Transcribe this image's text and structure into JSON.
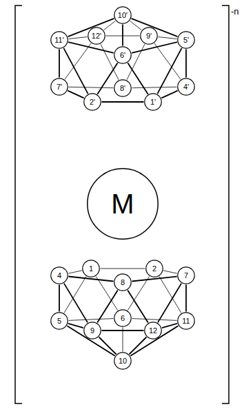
{
  "diagram": {
    "nodes": [
      {
        "text": [
          "10'"
        ]
      },
      {
        "text": [
          "11'"
        ]
      },
      {
        "text": [
          "12'"
        ]
      },
      {
        "text": [
          "9'"
        ]
      },
      {
        "text": [
          "5'"
        ]
      },
      {
        "text": [
          "6'"
        ]
      },
      {
        "text": [
          "7'"
        ]
      },
      {
        "text": [
          "8'"
        ]
      },
      {
        "text": [
          "4'"
        ]
      },
      {
        "text": [
          "2'"
        ]
      },
      {
        "text": [
          "1'"
        ]
      },
      {
        "text": [
          "M"
        ]
      },
      {
        "text": [
          "1"
        ]
      },
      {
        "text": [
          "2"
        ]
      },
      {
        "text": [
          "4"
        ]
      },
      {
        "text": [
          "7"
        ]
      },
      {
        "text": [
          "8"
        ]
      },
      {
        "text": [
          "6"
        ]
      },
      {
        "text": [
          "5"
        ]
      },
      {
        "text": [
          "11"
        ]
      },
      {
        "text": [
          "9"
        ]
      },
      {
        "text": [
          "12"
        ]
      },
      {
        "text": [
          "10"
        ]
      }
    ],
    "edges": [
      {
        "from": 1,
        "to": 2,
        "arrow": "none"
      },
      {
        "from": 2,
        "to": 3,
        "arrow": "none"
      },
      {
        "from": 3,
        "to": 4,
        "arrow": "none"
      },
      {
        "from": 4,
        "to": 5,
        "arrow": "none"
      },
      {
        "from": 5,
        "to": 1,
        "arrow": "none"
      },
      {
        "from": 0,
        "to": 1,
        "arrow": "none"
      },
      {
        "from": 0,
        "to": 2,
        "arrow": "none"
      },
      {
        "from": 0,
        "to": 3,
        "arrow": "none"
      },
      {
        "from": 0,
        "to": 4,
        "arrow": "none"
      },
      {
        "from": 0,
        "to": 5,
        "arrow": "none"
      },
      {
        "from": 6,
        "to": 9,
        "arrow": "none"
      },
      {
        "from": 9,
        "to": 10,
        "arrow": "none"
      },
      {
        "from": 10,
        "to": 8,
        "arrow": "none"
      },
      {
        "from": 8,
        "to": 7,
        "arrow": "none"
      },
      {
        "from": 7,
        "to": 6,
        "arrow": "none"
      },
      {
        "from": 9,
        "to": 1,
        "arrow": "none"
      },
      {
        "from": 9,
        "to": 5,
        "arrow": "none"
      },
      {
        "from": 10,
        "to": 5,
        "arrow": "none"
      },
      {
        "from": 10,
        "to": 4,
        "arrow": "none"
      },
      {
        "from": 8,
        "to": 4,
        "arrow": "none"
      },
      {
        "from": 8,
        "to": 3,
        "arrow": "none"
      },
      {
        "from": 7,
        "to": 3,
        "arrow": "none"
      },
      {
        "from": 7,
        "to": 2,
        "arrow": "none"
      },
      {
        "from": 6,
        "to": 2,
        "arrow": "none"
      },
      {
        "from": 6,
        "to": 1,
        "arrow": "none"
      },
      {
        "from": 14,
        "to": 12,
        "arrow": "none"
      },
      {
        "from": 12,
        "to": 13,
        "arrow": "none"
      },
      {
        "from": 13,
        "to": 15,
        "arrow": "none"
      },
      {
        "from": 15,
        "to": 16,
        "arrow": "none"
      },
      {
        "from": 16,
        "to": 14,
        "arrow": "none"
      },
      {
        "from": 18,
        "to": 20,
        "arrow": "none"
      },
      {
        "from": 20,
        "to": 21,
        "arrow": "none"
      },
      {
        "from": 21,
        "to": 19,
        "arrow": "none"
      },
      {
        "from": 19,
        "to": 17,
        "arrow": "none"
      },
      {
        "from": 17,
        "to": 18,
        "arrow": "none"
      },
      {
        "from": 22,
        "to": 18,
        "arrow": "none"
      },
      {
        "from": 22,
        "to": 20,
        "arrow": "none"
      },
      {
        "from": 22,
        "to": 21,
        "arrow": "none"
      },
      {
        "from": 22,
        "to": 19,
        "arrow": "none"
      },
      {
        "from": 22,
        "to": 17,
        "arrow": "none"
      },
      {
        "from": 16,
        "to": 20,
        "arrow": "none"
      },
      {
        "from": 16,
        "to": 21,
        "arrow": "none"
      },
      {
        "from": 14,
        "to": 18,
        "arrow": "none"
      },
      {
        "from": 14,
        "to": 20,
        "arrow": "none"
      },
      {
        "from": 12,
        "to": 18,
        "arrow": "none"
      },
      {
        "from": 12,
        "to": 17,
        "arrow": "none"
      },
      {
        "from": 13,
        "to": 17,
        "arrow": "none"
      },
      {
        "from": 13,
        "to": 19,
        "arrow": "none"
      },
      {
        "from": 15,
        "to": 19,
        "arrow": "none"
      },
      {
        "from": 15,
        "to": 21,
        "arrow": "none"
      }
    ],
    "labels": [
      "-n"
    ]
  }
}
